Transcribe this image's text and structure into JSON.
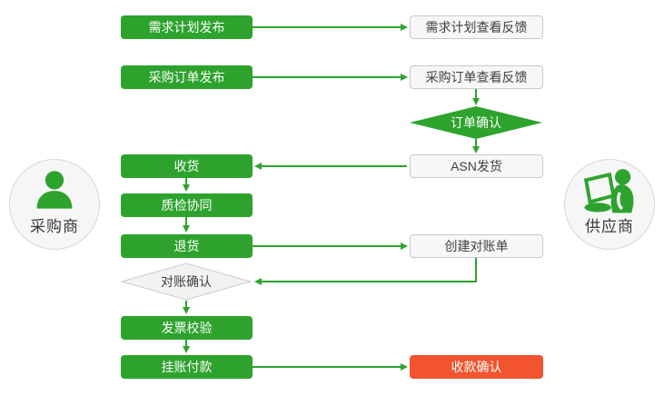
{
  "colors": {
    "green": "#2da32e",
    "red": "#f1542f",
    "box_gray_fill": "#f7f7f7",
    "box_gray_border": "#c9c9c9",
    "diamond_gray_fill": "#f2f2f2",
    "diamond_gray_border": "#cccccc",
    "circle_fill": "#f6f6f6",
    "circle_border": "#d8d8d8",
    "text_dark": "#404040"
  },
  "actors": {
    "buyer": {
      "label": "采购商",
      "icon": "buyer-person-icon"
    },
    "supplier": {
      "label": "供应商",
      "icon": "supplier-person-laptop-icon"
    }
  },
  "nodes": {
    "demand_plan_publish": {
      "label": "需求计划发布"
    },
    "po_publish": {
      "label": "采购订单发布"
    },
    "receive_goods": {
      "label": "收货"
    },
    "quality_collab": {
      "label": "质检协同"
    },
    "return_goods": {
      "label": "退货"
    },
    "reconcile_confirm": {
      "label": "对账确认"
    },
    "invoice_verify": {
      "label": "发票校验"
    },
    "book_payment": {
      "label": "挂账付款"
    },
    "demand_plan_feedback": {
      "label": "需求计划查看反馈"
    },
    "po_feedback": {
      "label": "采购订单查看反馈"
    },
    "order_confirm": {
      "label": "订单确认"
    },
    "asn_ship": {
      "label": "ASN发货"
    },
    "create_statement": {
      "label": "创建对账单"
    },
    "receipt_confirm": {
      "label": "收款确认"
    }
  }
}
